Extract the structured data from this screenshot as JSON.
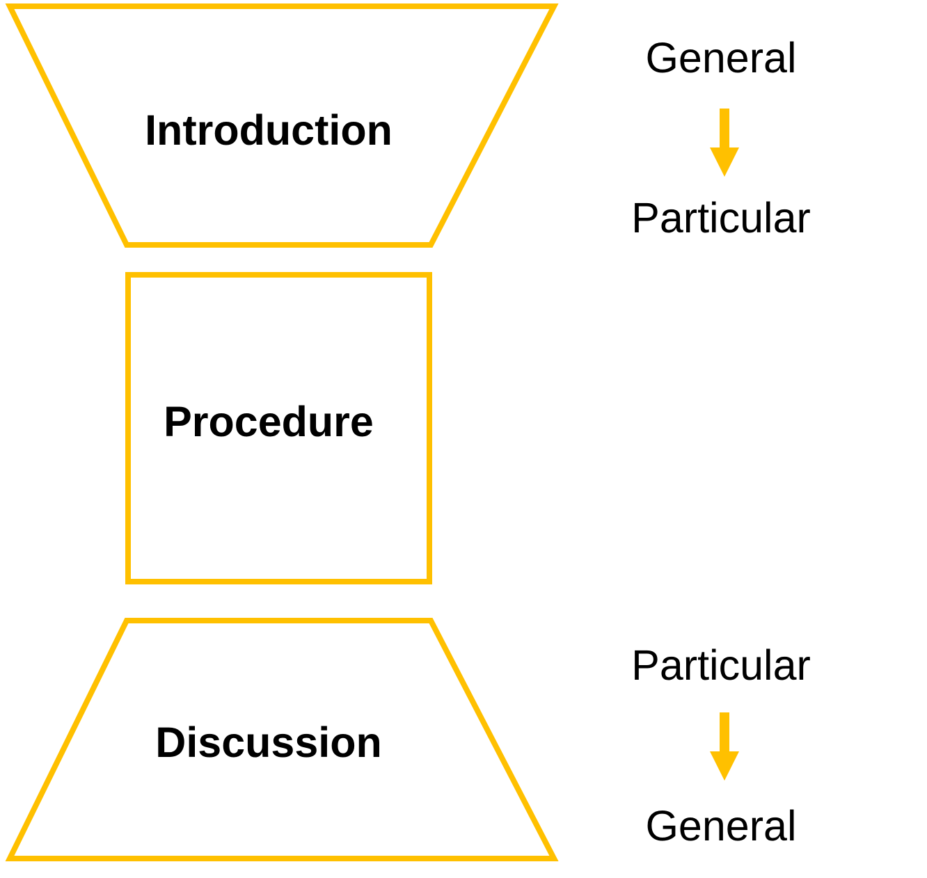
{
  "diagram": {
    "sections": {
      "introduction": "Introduction",
      "procedure": "Procedure",
      "discussion": "Discussion"
    },
    "top_flow": {
      "from": "General",
      "to": "Particular"
    },
    "bottom_flow": {
      "from": "Particular",
      "to": "General"
    },
    "colors": {
      "accent": "#FFC000",
      "text": "#000000",
      "background": "#ffffff"
    },
    "icons": {
      "flow_arrow": "down-arrow-icon"
    }
  }
}
